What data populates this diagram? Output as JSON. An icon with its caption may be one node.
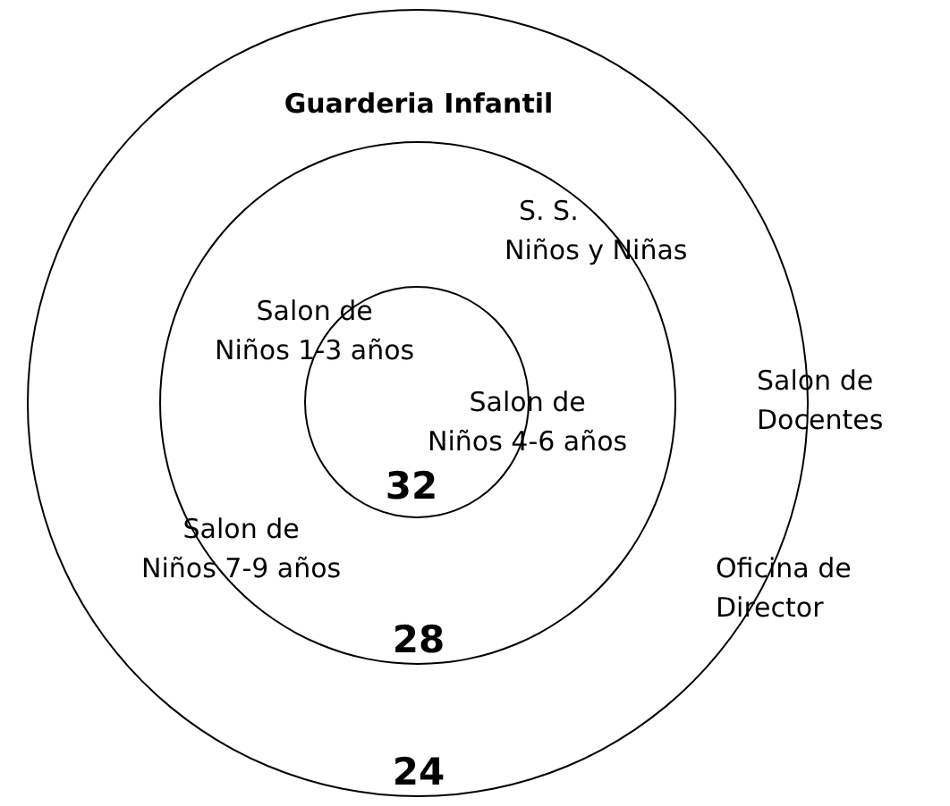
{
  "diagram": {
    "nodes": [
      {
        "text": [
          "Guarderia Infantil",
          "24"
        ]
      },
      {
        "text": [
          "28"
        ],
        "in": 0
      },
      {
        "text": [
          "32"
        ],
        "in": 1
      }
    ],
    "labels": [
      "S. S. Niños y Niñas",
      "Salon de Niños 1-3 años",
      "Salon de Niños 4-6 años",
      "Salon de Docentes",
      "Salon de Niños 7-9 años",
      "Oficina de Director"
    ]
  }
}
